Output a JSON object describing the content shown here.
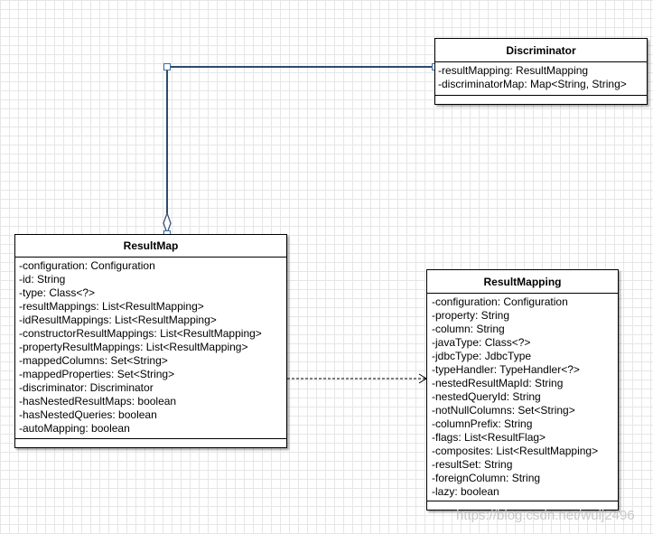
{
  "classes": {
    "discriminator": {
      "name": "Discriminator",
      "attributes": [
        "-resultMapping: ResultMapping",
        "-discriminatorMap: Map<String, String>"
      ]
    },
    "result_map": {
      "name": "ResultMap",
      "attributes": [
        "-configuration: Configuration",
        "-id: String",
        "-type: Class<?>",
        "-resultMappings: List<ResultMapping>",
        "-idResultMappings: List<ResultMapping>",
        "-constructorResultMappings: List<ResultMapping>",
        "-propertyResultMappings: List<ResultMapping>",
        "-mappedColumns: Set<String>",
        "-mappedProperties: Set<String>",
        "-discriminator: Discriminator",
        "-hasNestedResultMaps: boolean",
        "-hasNestedQueries: boolean",
        "-autoMapping: boolean"
      ]
    },
    "result_mapping": {
      "name": "ResultMapping",
      "attributes": [
        "-configuration: Configuration",
        "-property: String",
        "-column: String",
        "-javaType: Class<?>",
        "-jdbcType: JdbcType",
        "-typeHandler: TypeHandler<?>",
        "-nestedResultMapId: String",
        "-nestedQueryId: String",
        "-notNullColumns: Set<String>",
        "-columnPrefix: String",
        "-flags: List<ResultFlag>",
        "-composites: List<ResultMapping>",
        "-resultSet: String",
        "-foreignColumn: String",
        "-lazy: boolean"
      ]
    }
  },
  "relations": [
    {
      "type": "aggregation",
      "whole": "ResultMap",
      "part": "Discriminator",
      "line": "solid",
      "marker": "hollow-diamond"
    },
    {
      "type": "dependency",
      "from": "ResultMap",
      "to": "ResultMapping",
      "line": "dashed",
      "marker": "open-arrow"
    }
  ],
  "colors": {
    "connector": "#2d4a6b",
    "handle_fill": "#ffffff",
    "handle_stroke": "#3c6ea8"
  },
  "watermark": "https://blog.csdn.net/wulj2496"
}
